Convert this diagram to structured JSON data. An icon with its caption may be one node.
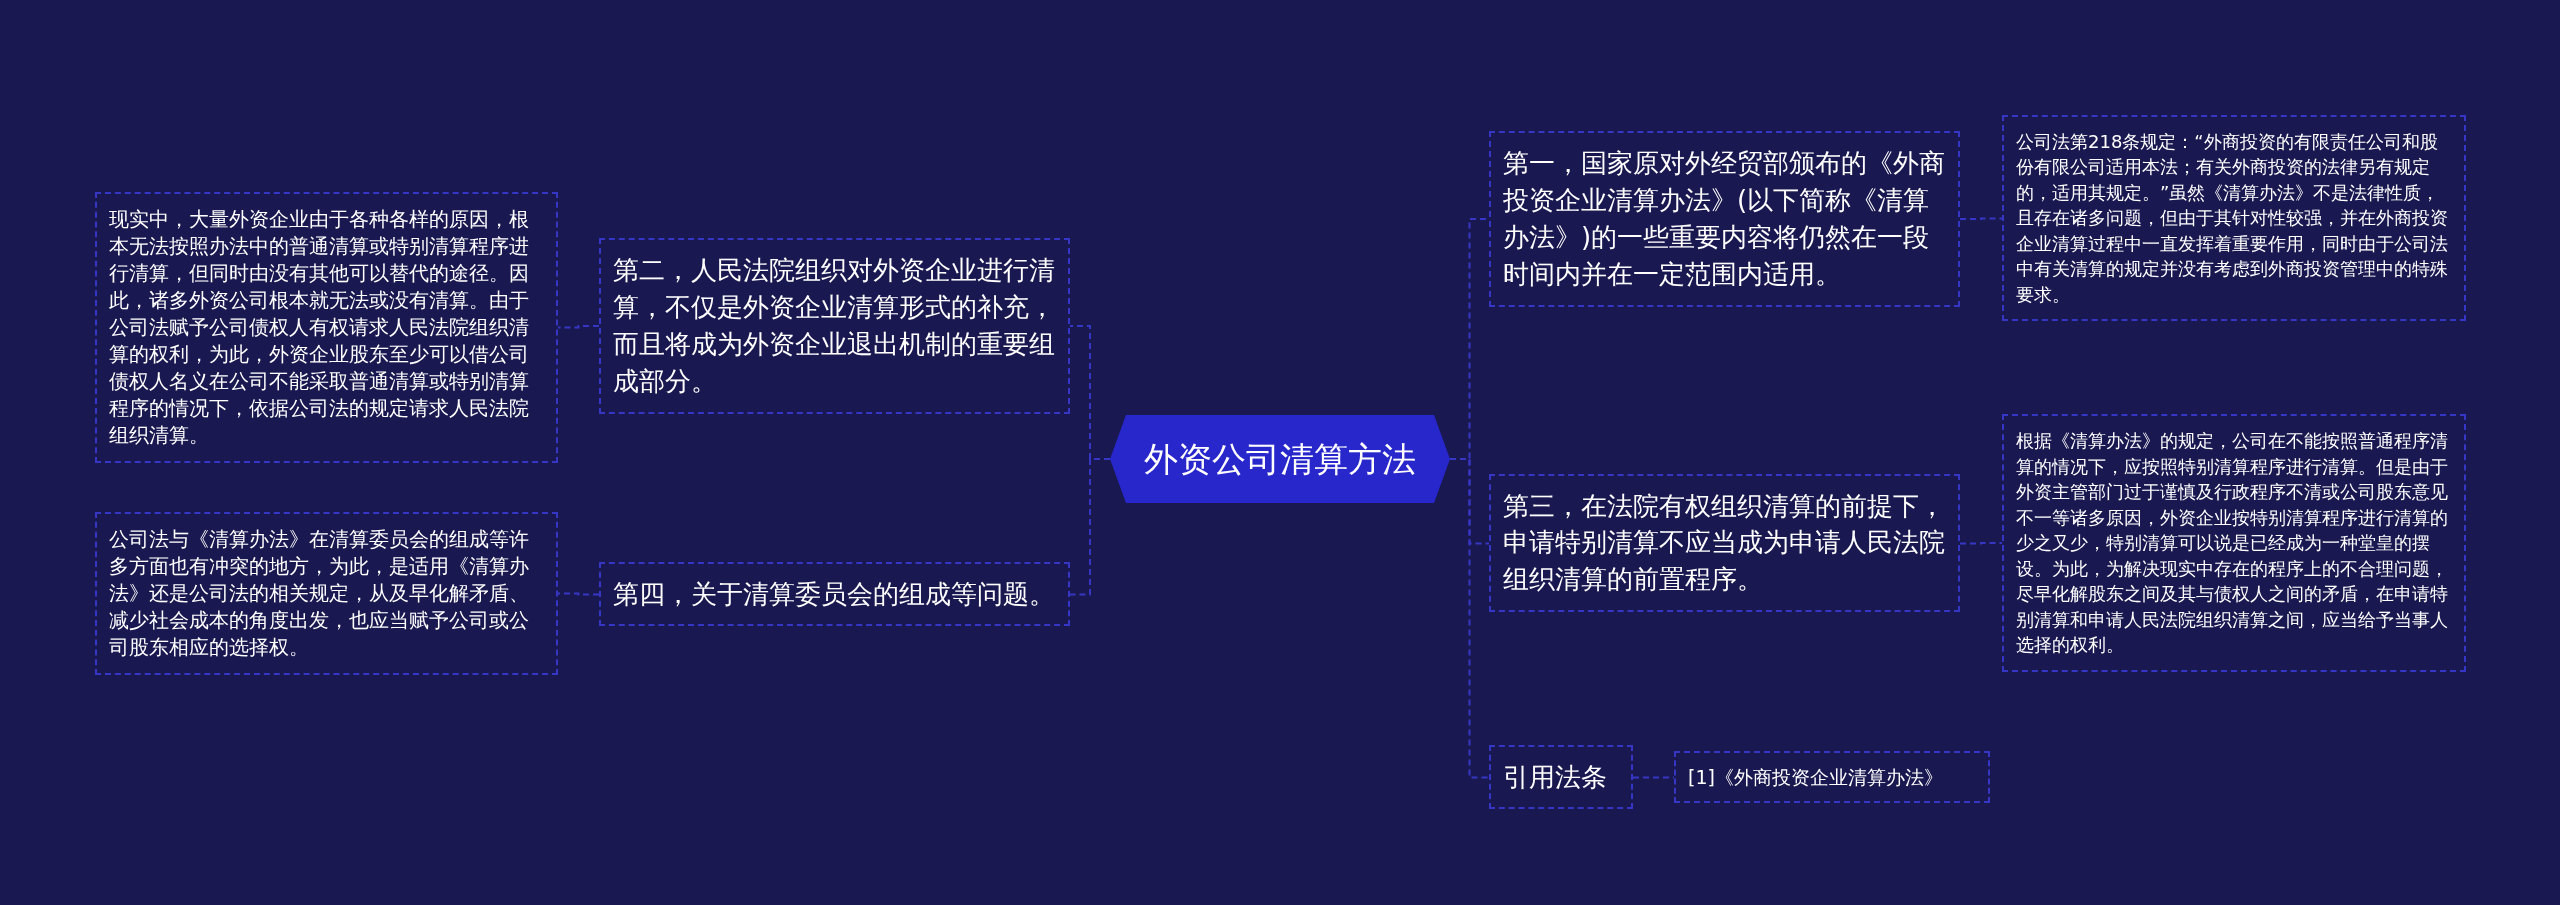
{
  "diagram": {
    "nodes": [
      {
        "text": [
          "外资公司清算方法"
        ]
      },
      {
        "text": [
          "第二，人民法院组织对外资企业进行清算，不仅是外资企业清算形式的补充，而且将成为外资企业退出机制的重要组成部分。"
        ]
      },
      {
        "text": [
          "现实中，大量外资企业由于各种各样的原因，根本无法按照办法中的普通清算或特别清算程序进行清算，但同时由没有其他可以替代的途径。因此，诸多外资公司根本就无法或没有清算。由于公司法赋予公司债权人有权请求人民法院组织清算的权利，为此，外资企业股东至少可以借公司债权人名义在公司不能采取普通清算或特别清算程序的情况下，依据公司法的规定请求人民法院组织清算。"
        ]
      },
      {
        "text": [
          "第四，关于清算委员会的组成等问题。"
        ]
      },
      {
        "text": [
          "公司法与《清算办法》在清算委员会的组成等许多方面也有冲突的地方，为此，是适用《清算办法》还是公司法的相关规定，从及早化解矛盾、减少社会成本的角度出发，也应当赋予公司或公司股东相应的选择权。"
        ]
      },
      {
        "text": [
          "第一，国家原对外经贸部颁布的《外商投资企业清算办法》(以下简称《清算办法》)的一些重要内容将仍然在一段时间内并在一定范围内适用。"
        ]
      },
      {
        "text": [
          "公司法第218条规定：“外商投资的有限责任公司和股份有限公司适用本法；有关外商投资的法律另有规定的，适用其规定。”虽然《清算办法》不是法律性质，且存在诸多问题，但由于其针对性较强，并在外商投资企业清算过程中一直发挥着重要作用，同时由于公司法中有关清算的规定并没有考虑到外商投资管理中的特殊要求。"
        ]
      },
      {
        "text": [
          "第三，在法院有权组织清算的前提下，申请特别清算不应当成为申请人民法院组织清算的前置程序。"
        ]
      },
      {
        "text": [
          "根据《清算办法》的规定，公司在不能按照普通程序清算的情况下，应按照特别清算程序进行清算。但是由于外资主管部门过于谨慎及行政程序不清或公司股东意见不一等诸多原因，外资企业按特别清算程序进行清算的少之又少，特别清算可以说是已经成为一种堂皇的摆设。为此，为解决现实中存在的程序上的不合理问题，尽早化解股东之间及其与债权人之间的矛盾，在申请特别清算和申请人民法院组织清算之间，应当给予当事人选择的权利。"
        ]
      },
      {
        "text": [
          "引用法条"
        ]
      },
      {
        "text": [
          "[1]《外商投资企业清算办法》"
        ]
      }
    ],
    "edges": [
      {
        "from": 0,
        "to": 1,
        "arrow": "none"
      },
      {
        "from": 1,
        "to": 2,
        "arrow": "none"
      },
      {
        "from": 0,
        "to": 3,
        "arrow": "none"
      },
      {
        "from": 3,
        "to": 4,
        "arrow": "none"
      },
      {
        "from": 0,
        "to": 5,
        "arrow": "none"
      },
      {
        "from": 5,
        "to": 6,
        "arrow": "none"
      },
      {
        "from": 0,
        "to": 7,
        "arrow": "none"
      },
      {
        "from": 7,
        "to": 8,
        "arrow": "none"
      },
      {
        "from": 0,
        "to": 9,
        "arrow": "none"
      },
      {
        "from": 9,
        "to": 10,
        "arrow": "none"
      }
    ]
  }
}
